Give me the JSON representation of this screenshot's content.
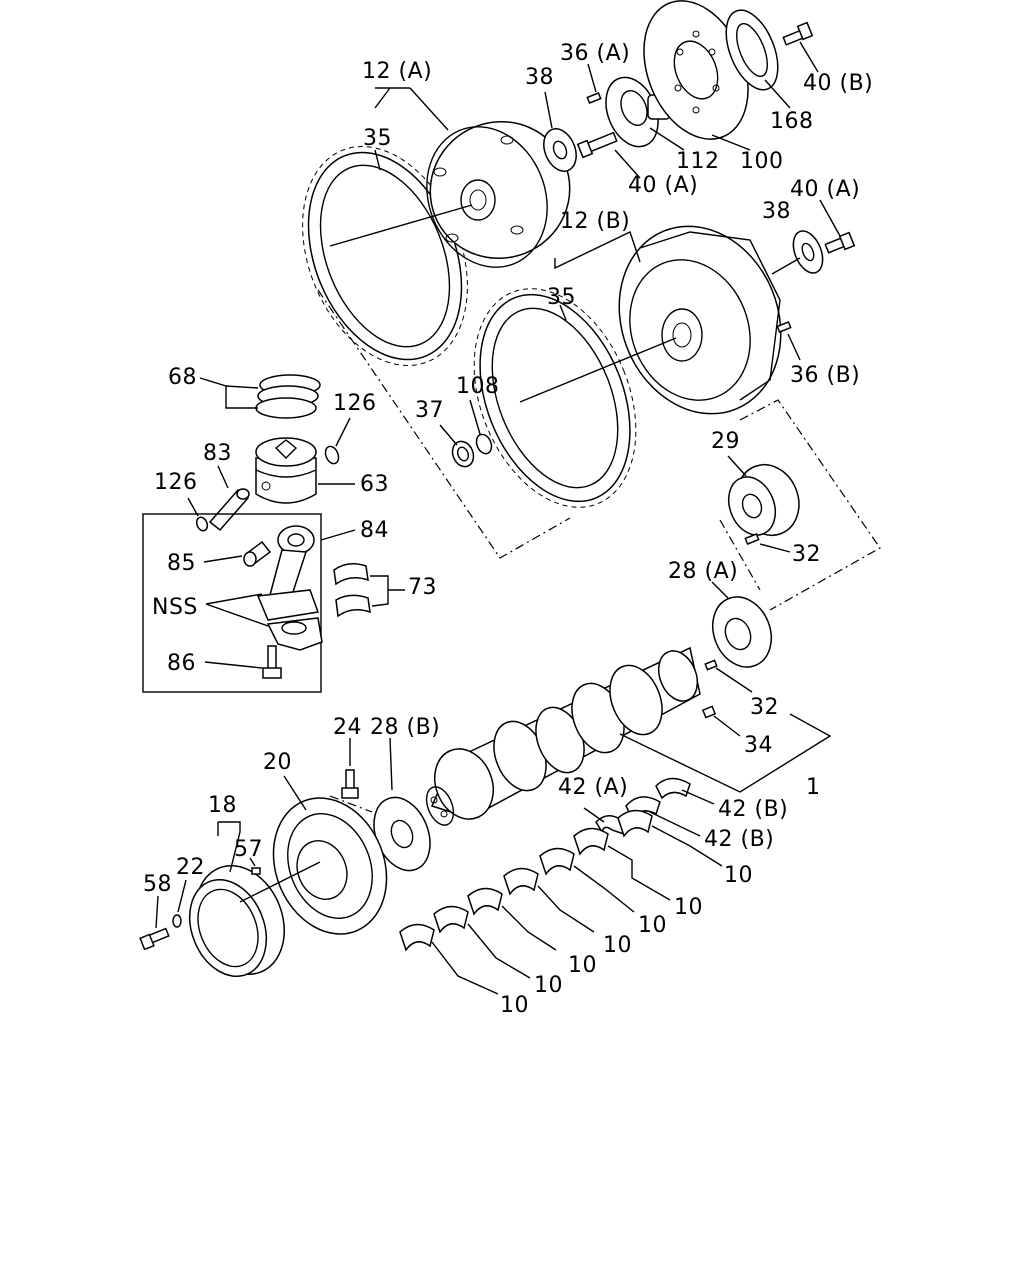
{
  "labels": {
    "l12A": "12 (A)",
    "l35a": "35",
    "l38a": "38",
    "l36A": "36 (A)",
    "l40B": "40 (B)",
    "l168": "168",
    "l112": "112",
    "l100": "100",
    "l40Aa": "40 (A)",
    "l12B": "12 (B)",
    "l40Ab": "40 (A)",
    "l38b": "38",
    "l35b": "35",
    "l36B": "36 (B)",
    "l68": "68",
    "l126a": "126",
    "l108": "108",
    "l37": "37",
    "l83": "83",
    "l63": "63",
    "l126b": "126",
    "l84": "84",
    "l85": "85",
    "l73": "73",
    "lNSS": "NSS",
    "l86": "86",
    "l29": "29",
    "l32a": "32",
    "l28A": "28 (A)",
    "l32b": "32",
    "l34": "34",
    "l1": "1",
    "l24": "24",
    "l28B": "28 (B)",
    "l20": "20",
    "l18": "18",
    "l57": "57",
    "l22": "22",
    "l58": "58",
    "l42A": "42 (A)",
    "l42Ba": "42 (B)",
    "l42Bb": "42 (B)",
    "l10a": "10",
    "l10b": "10",
    "l10c": "10",
    "l10d": "10",
    "l10e": "10",
    "l10f": "10",
    "l10g": "10"
  }
}
